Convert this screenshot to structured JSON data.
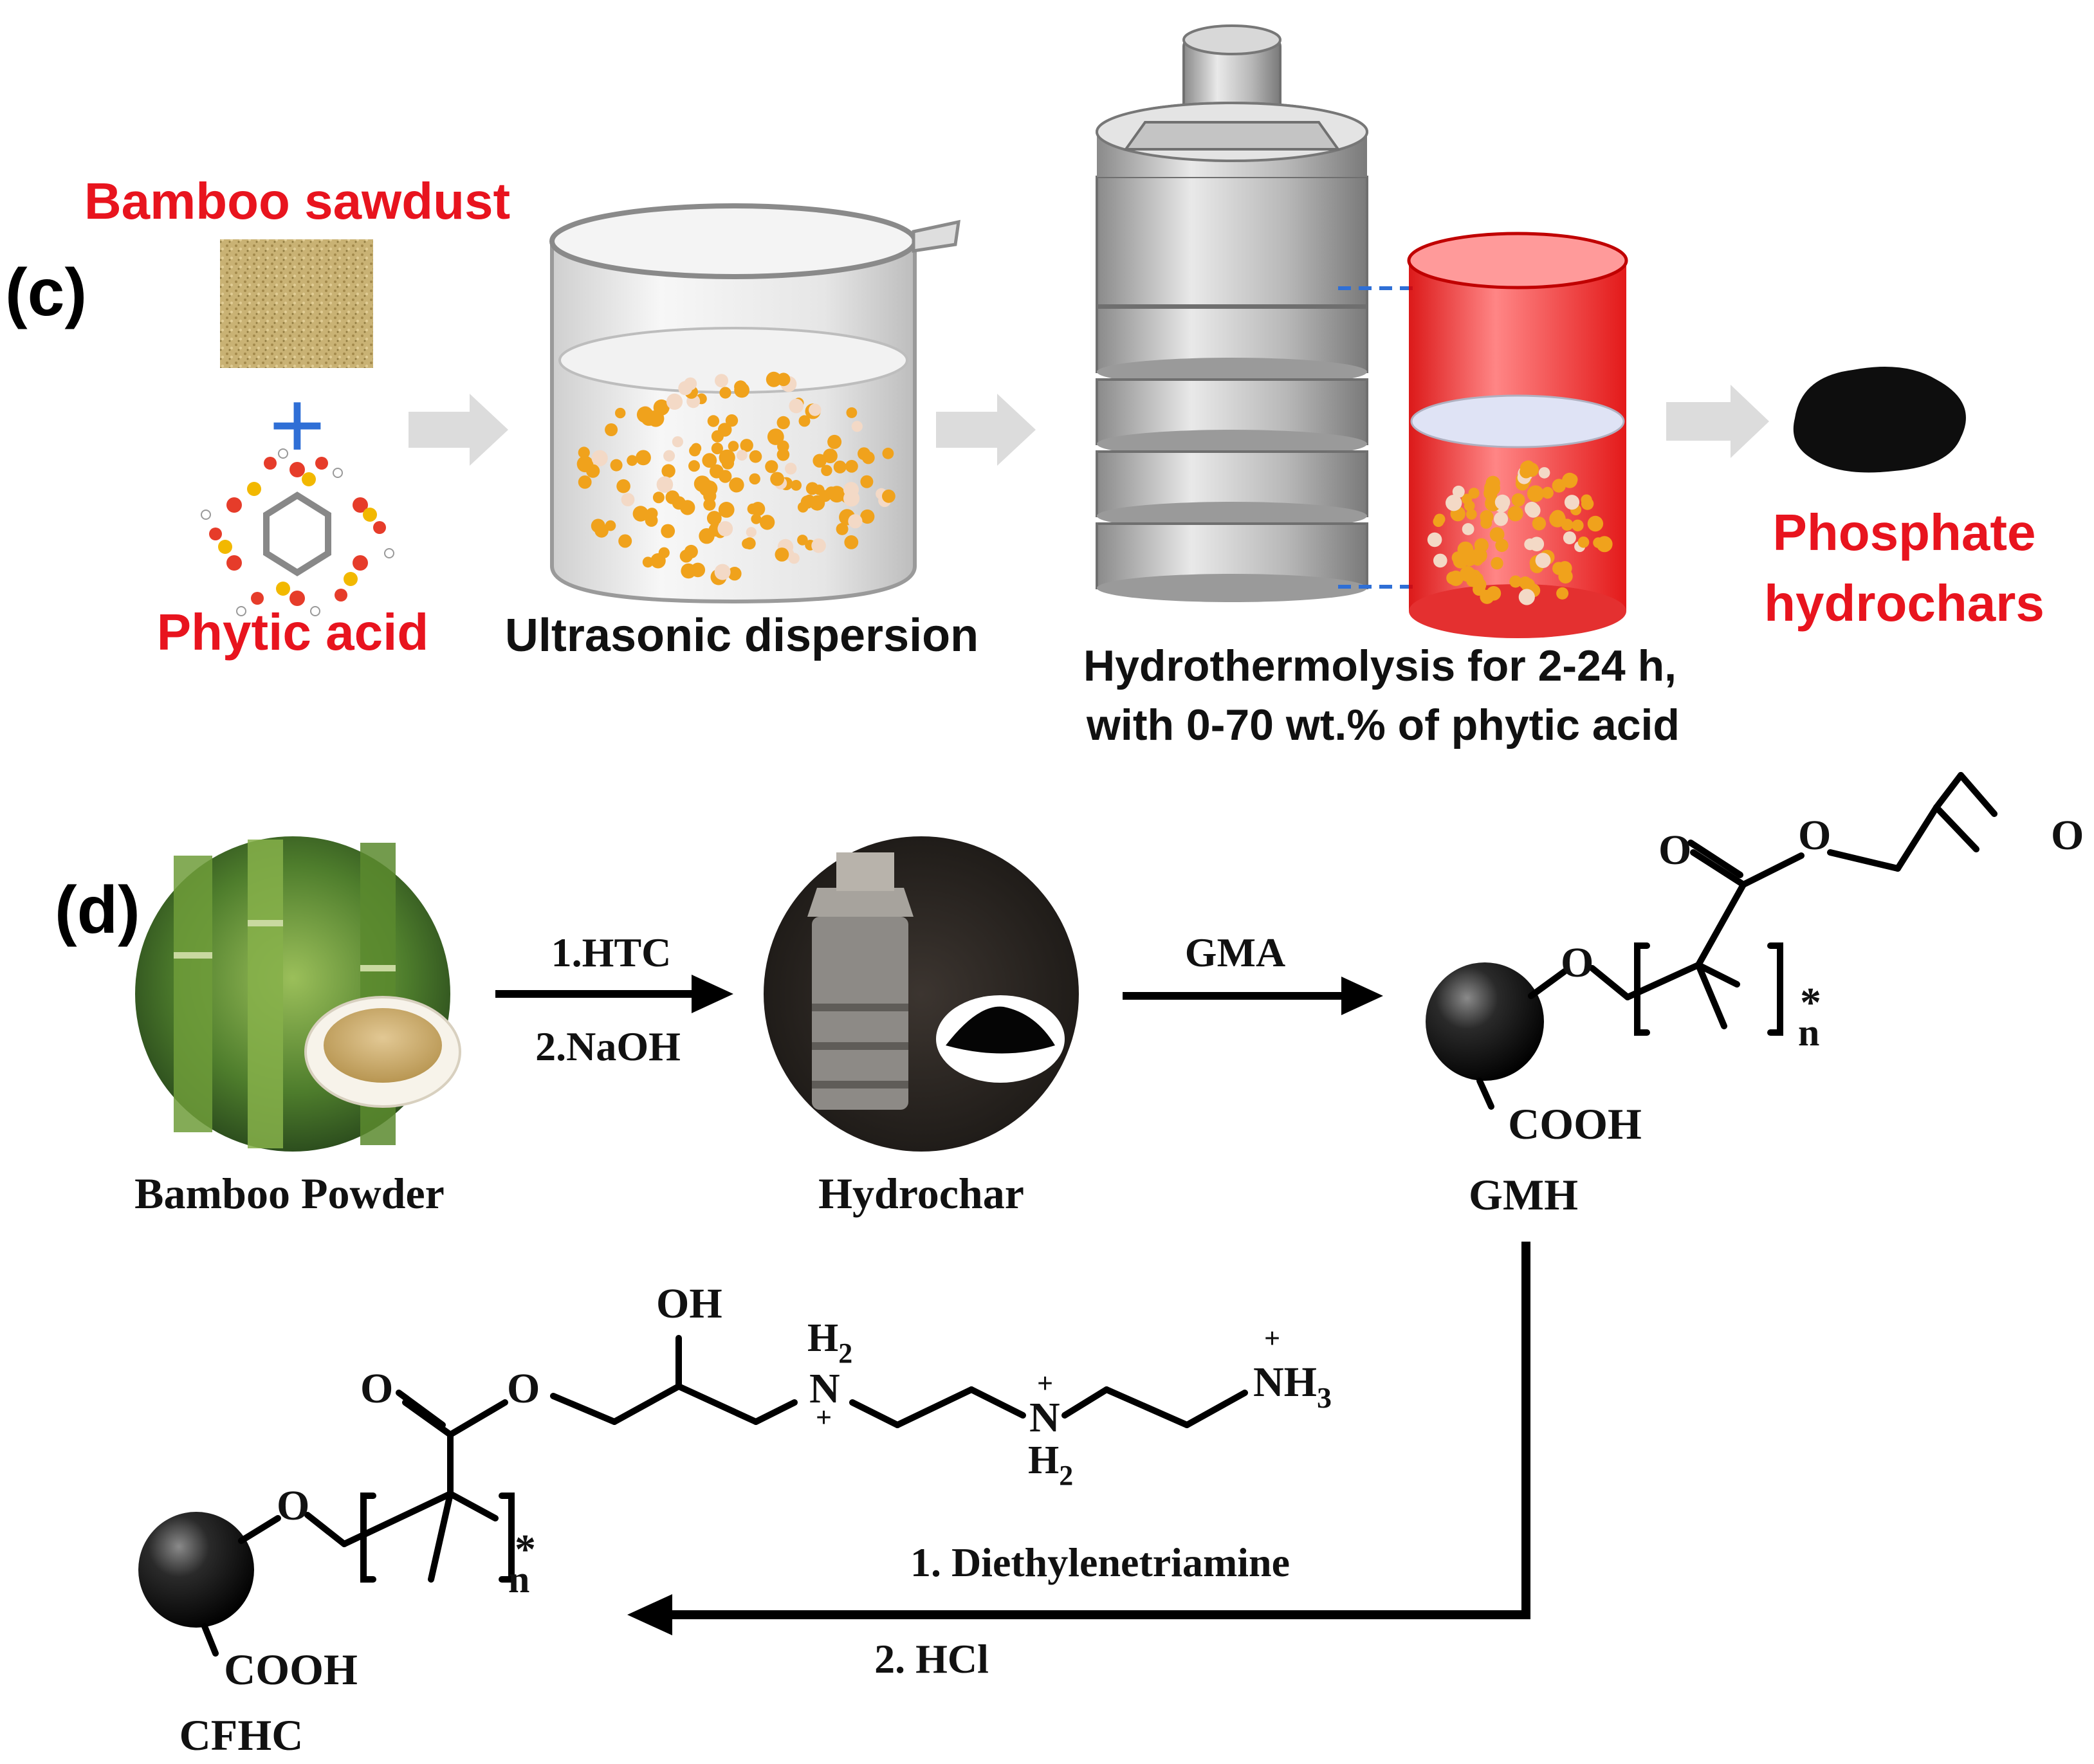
{
  "panel_c": {
    "panel_letter": "(c)",
    "bamboo_sawdust": "Bamboo sawdust",
    "plus_sign": "+",
    "phytic_acid": "Phytic acid",
    "ultrasonic_dispersion": "Ultrasonic dispersion",
    "hydrothermolysis_line1": "Hydrothermolysis for 2-24 h,",
    "hydrothermolysis_line2": "with 0-70 wt.% of phytic acid",
    "product_line1": "Phosphate",
    "product_line2": "hydrochars"
  },
  "panel_d": {
    "panel_letter": "(d)",
    "bamboo_powder": "Bamboo Powder",
    "step1_a": "1.HTC",
    "step1_b": "2.NaOH",
    "hydrochar": "Hydrochar",
    "step2": "GMA",
    "gmh": "GMH",
    "step3_a": "1. Diethylenetriamine",
    "step3_b": "2. HCl",
    "cfhc": "CFHC",
    "gmh_structure": {
      "carbonyl_o": "O",
      "ester_o": "O",
      "epoxide_o": "O",
      "link_o": "O",
      "star": "*",
      "n": "n",
      "cooh": "COOH"
    },
    "cfhc_structure": {
      "carbonyl_o": "O",
      "ester_o": "O",
      "oh": "OH",
      "link_o": "O",
      "star": "*",
      "n": "n",
      "cooh": "COOH",
      "h2_top": "H",
      "h2_top_sub": "2",
      "n1": "N",
      "plus1": "+",
      "n2": "N",
      "plus2": "+",
      "h2_bottom": "H",
      "h2_bottom_sub": "2",
      "nh3": "NH",
      "nh3_sub": "3",
      "plus3": "+"
    }
  },
  "colors": {
    "red_label": "#e8141e",
    "black": "#000000",
    "plus_blue": "#2f6fd6",
    "arrow_gray": "#dcdcdc",
    "particle_orange": "#f0a21c",
    "steel": "#a8a8a8",
    "liner_red": "#ff2b2b"
  }
}
